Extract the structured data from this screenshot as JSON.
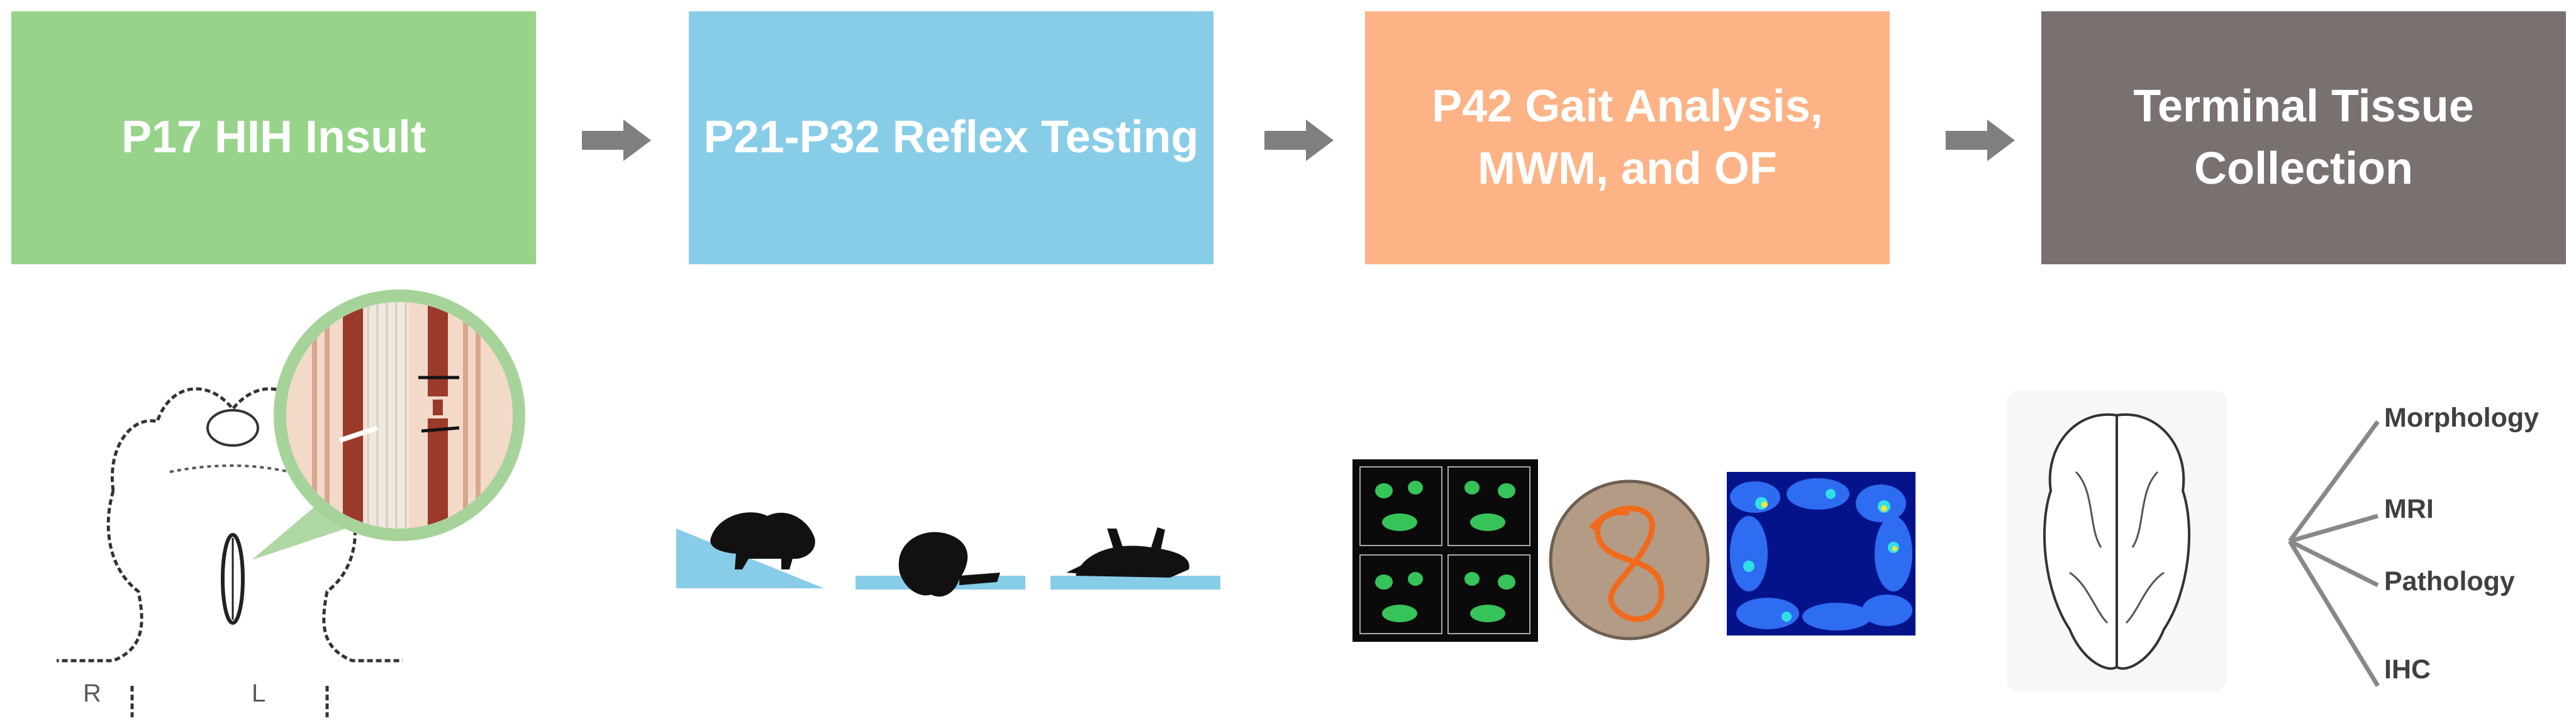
{
  "colors": {
    "stage1": "#98d38a",
    "stage2": "#88cde8",
    "stage3": "#fdb385",
    "stage4": "#787170",
    "arrow": "#7f7f7f",
    "ramp": "#88cde8",
    "silhouette": "#111111"
  },
  "stages": [
    {
      "line1": "P17 HIH Insult",
      "line2": ""
    },
    {
      "line1": "P21-P32 Reflex Testing",
      "line2": ""
    },
    {
      "line1": "P42 Gait Analysis,",
      "line2": "MWM, and OF"
    },
    {
      "line1": "Terminal Tissue",
      "line2": "Collection"
    }
  ],
  "surgery": {
    "right_label": "R",
    "left_label": "L"
  },
  "outcomes": [
    "Morphology",
    "MRI",
    "Pathology",
    "IHC"
  ],
  "icons": {
    "surgery": "rat-neck-surgery-illustration",
    "reflex": "pup-reflex-silhouettes",
    "behavior": "behavior-tracking-panels",
    "brain": "brain-outline-icon"
  }
}
